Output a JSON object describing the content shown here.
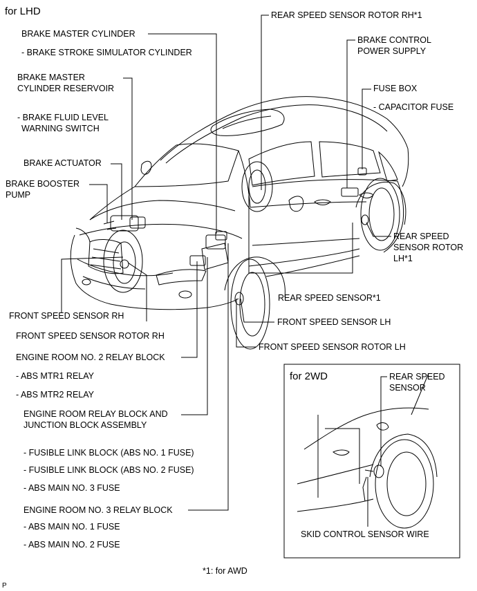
{
  "header": {
    "variant": "for LHD"
  },
  "labels": {
    "brake_master_cylinder": "BRAKE MASTER CYLINDER",
    "brake_stroke_sim": "- BRAKE STROKE SIMULATOR CYLINDER",
    "reservoir_l1": "BRAKE MASTER",
    "reservoir_l2": "CYLINDER RESERVOIR",
    "fluid_switch_l1": "- BRAKE FLUID LEVEL",
    "fluid_switch_l2": "WARNING SWITCH",
    "brake_actuator": "BRAKE ACTUATOR",
    "booster_l1": "BRAKE BOOSTER",
    "booster_l2": "PUMP",
    "front_sensor_rh": "FRONT SPEED SENSOR RH",
    "front_rotor_rh": "FRONT SPEED SENSOR ROTOR RH",
    "er_relay2": "ENGINE ROOM NO. 2 RELAY BLOCK",
    "abs_mtr1": "- ABS MTR1 RELAY",
    "abs_mtr2": "- ABS MTR2 RELAY",
    "er_jb_l1": "ENGINE ROOM RELAY BLOCK AND",
    "er_jb_l2": "JUNCTION BLOCK ASSEMBLY",
    "fusible1": "- FUSIBLE LINK BLOCK (ABS NO. 1 FUSE)",
    "fusible2": "- FUSIBLE LINK BLOCK (ABS NO. 2 FUSE)",
    "abs_main3": "- ABS MAIN NO. 3 FUSE",
    "er_relay3": "ENGINE ROOM NO. 3 RELAY BLOCK",
    "abs_main1": "- ABS MAIN NO. 1 FUSE",
    "abs_main2": "- ABS MAIN NO. 2 FUSE",
    "rear_rotor_rh": "REAR SPEED SENSOR ROTOR RH*1",
    "bcps_l1": "BRAKE CONTROL",
    "bcps_l2": "POWER SUPPLY",
    "fuse_box": "FUSE BOX",
    "capacitor_fuse": "- CAPACITOR FUSE",
    "rear_rotor_lh_l1": "REAR SPEED",
    "rear_rotor_lh_l2": "SENSOR ROTOR",
    "rear_rotor_lh_l3": "LH*1",
    "rear_sensor": "REAR SPEED SENSOR*1",
    "front_sensor_lh": "FRONT SPEED SENSOR LH",
    "front_rotor_lh": "FRONT SPEED SENSOR ROTOR LH"
  },
  "inset": {
    "title": "for 2WD",
    "rear_sensor_l1": "REAR SPEED",
    "rear_sensor_l2": "SENSOR",
    "skid_wire": "SKID CONTROL SENSOR WIRE"
  },
  "footnote": "*1: for AWD",
  "corner_mark": "P"
}
